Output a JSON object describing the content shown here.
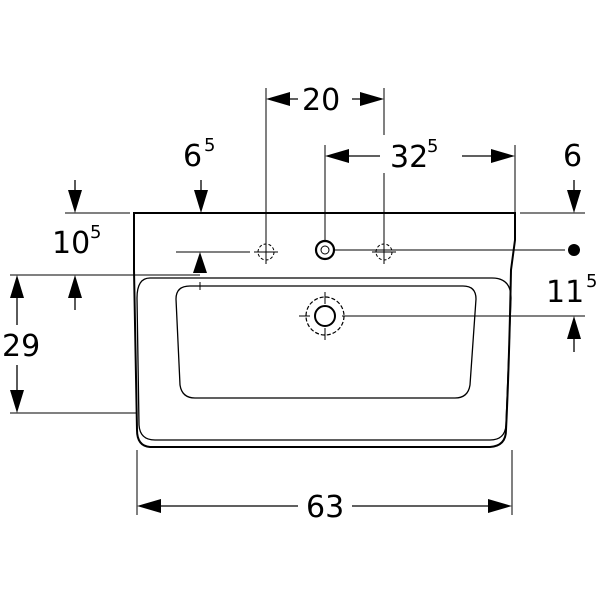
{
  "dimensions": {
    "hole_spacing": {
      "main": "20",
      "sup": ""
    },
    "tap_to_edge": {
      "main": "32",
      "sup": "5"
    },
    "edge_inset_left": {
      "main": "6",
      "sup": "5"
    },
    "edge_inset_right": {
      "main": "6",
      "sup": ""
    },
    "rim_depth": {
      "main": "10",
      "sup": "5"
    },
    "overflow_offset": {
      "main": "11",
      "sup": "5"
    },
    "bowl_depth": {
      "main": "29",
      "sup": ""
    },
    "overall_width": {
      "main": "63",
      "sup": ""
    }
  }
}
